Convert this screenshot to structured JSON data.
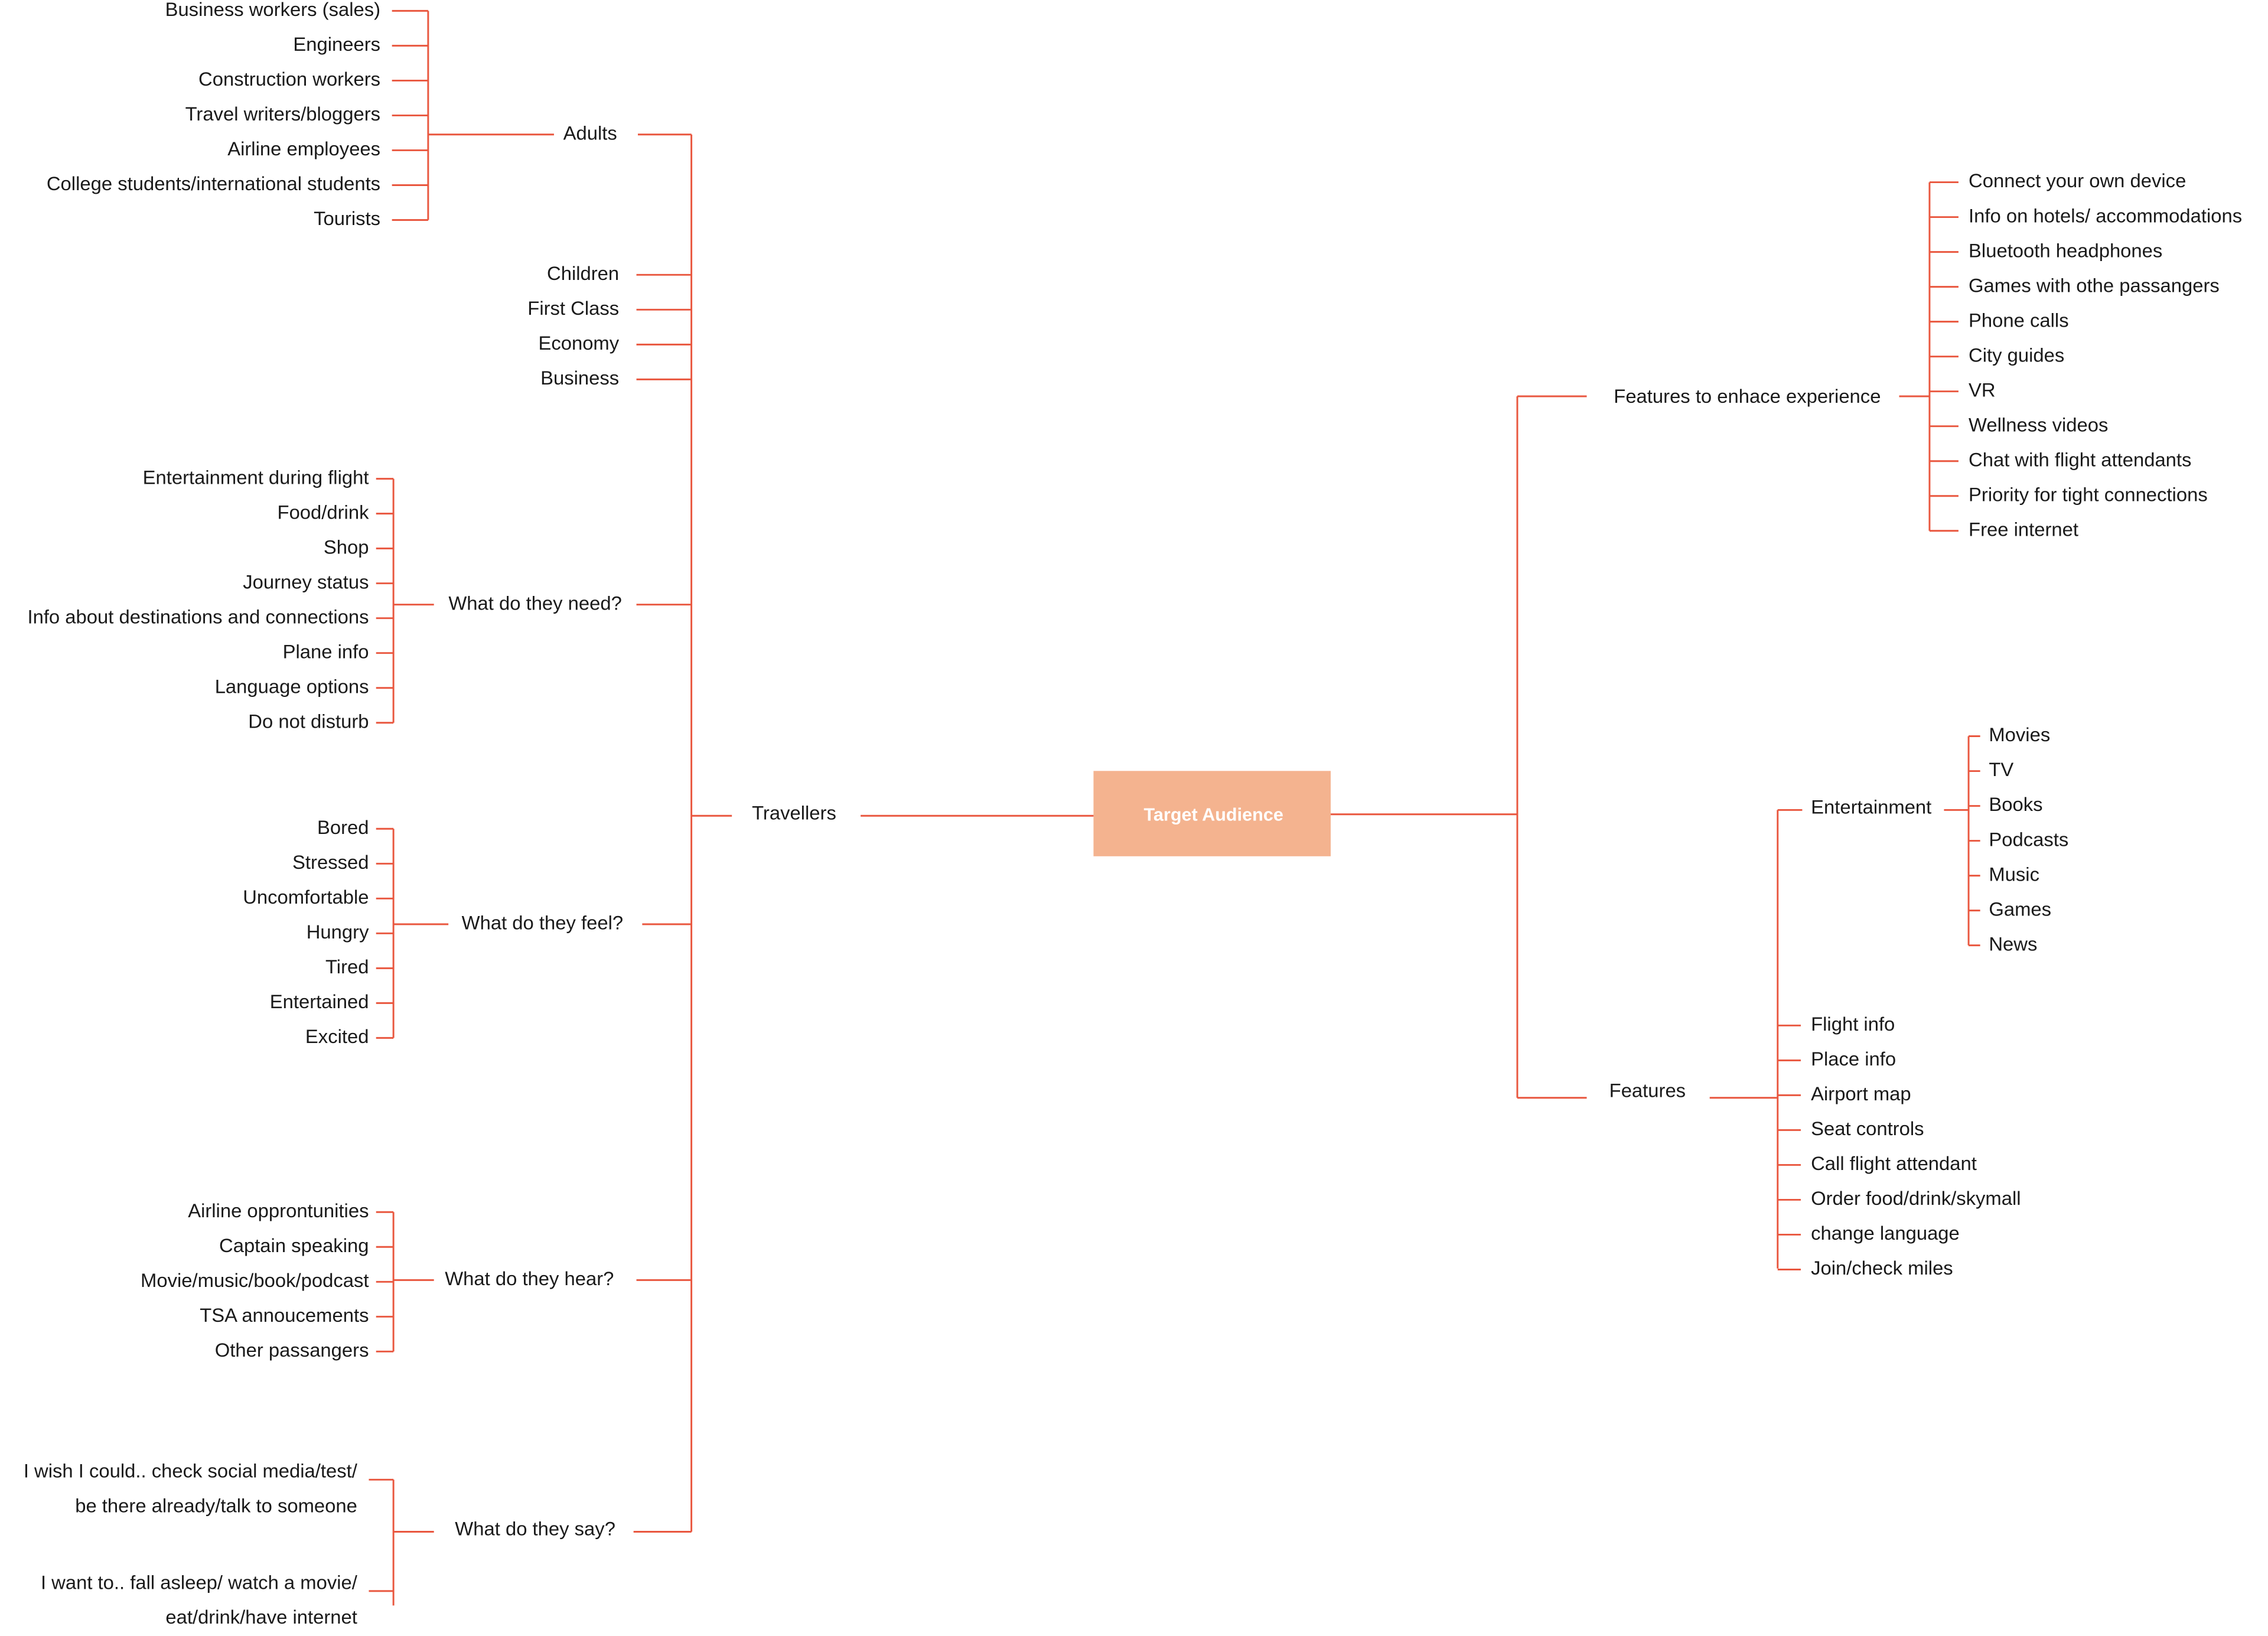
{
  "root": {
    "label": "Target Audience",
    "color": "#f4b38f",
    "text_color": "#ffffff"
  },
  "line_color": "#e9573f",
  "left": {
    "label": "Travellers",
    "adults": {
      "label": "Adults",
      "items": [
        "Business workers (sales)",
        "Engineers",
        "Construction workers",
        "Travel writers/bloggers",
        "Airline employees",
        "College students/international students",
        "Tourists"
      ]
    },
    "segments": [
      "Children",
      "First Class",
      "Economy",
      "Business"
    ],
    "need": {
      "label": "What do they need?",
      "items": [
        "Entertainment during flight",
        "Food/drink",
        "Shop",
        "Journey status",
        "Info about destinations and connections",
        "Plane info",
        "Language options",
        "Do not disturb"
      ]
    },
    "feel": {
      "label": "What do they feel?",
      "items": [
        "Bored",
        "Stressed",
        "Uncomfortable",
        "Hungry",
        "Tired",
        "Entertained",
        "Excited"
      ]
    },
    "hear": {
      "label": "What do they hear?",
      "items": [
        "Airline opprontunities",
        "Captain speaking",
        "Movie/music/book/podcast",
        "TSA annoucements",
        "Other passangers"
      ]
    },
    "say": {
      "label": "What do they say?",
      "items": [
        {
          "line1": "I wish I could.. check social media/test/",
          "line2": "be there already/talk to someone"
        },
        {
          "line1": "I want to.. fall asleep/ watch a movie/",
          "line2": "eat/drink/have internet"
        }
      ]
    }
  },
  "right": {
    "enhance": {
      "label": "Features to enhace experience",
      "items": [
        "Connect your own device",
        "Info on hotels/ accommodations",
        "Bluetooth headphones",
        "Games with othe passangers",
        "Phone calls",
        "City guides",
        "VR",
        "Wellness videos",
        "Chat with flight attendants",
        "Priority for tight connections",
        "Free internet"
      ]
    },
    "features": {
      "label": "Features",
      "entertainment": {
        "label": "Entertainment",
        "items": [
          "Movies",
          "TV",
          "Books",
          "Podcasts",
          "Music",
          "Games",
          "News"
        ]
      },
      "items": [
        "Flight info",
        "Place info",
        "Airport map",
        "Seat controls",
        "Call flight attendant",
        "Order food/drink/skymall",
        "change language",
        "Join/check miles"
      ]
    }
  }
}
